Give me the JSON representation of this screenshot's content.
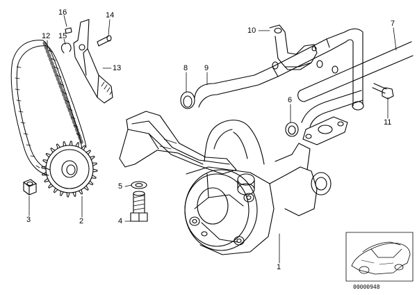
{
  "callouts": [
    {
      "id": "c1",
      "label": "1"
    },
    {
      "id": "c2",
      "label": "2"
    },
    {
      "id": "c3",
      "label": "3"
    },
    {
      "id": "c4",
      "label": "4"
    },
    {
      "id": "c5",
      "label": "5"
    },
    {
      "id": "c6",
      "label": "6"
    },
    {
      "id": "c7",
      "label": "7"
    },
    {
      "id": "c8",
      "label": "8"
    },
    {
      "id": "c9",
      "label": "9"
    },
    {
      "id": "c10",
      "label": "10"
    },
    {
      "id": "c11",
      "label": "11"
    },
    {
      "id": "c12",
      "label": "12"
    },
    {
      "id": "c13",
      "label": "13"
    },
    {
      "id": "c14",
      "label": "14"
    },
    {
      "id": "c15",
      "label": "15"
    },
    {
      "id": "c16",
      "label": "16"
    }
  ],
  "diagram_code": "00000948",
  "thumbnail_icon": "car-outline-icon"
}
